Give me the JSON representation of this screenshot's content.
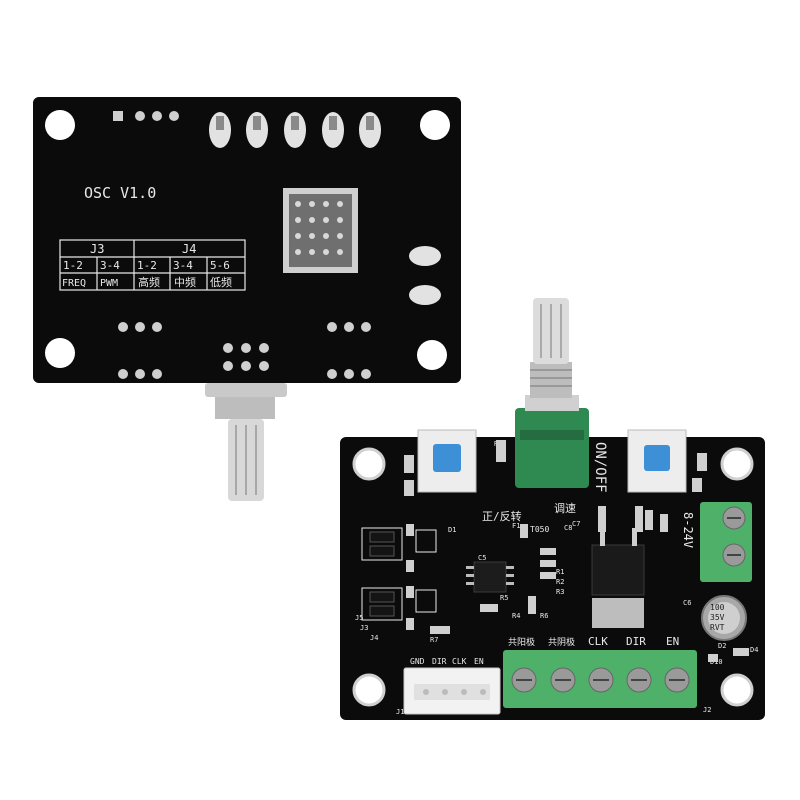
{
  "board_back": {
    "model_label": "OSC V1.0",
    "table": {
      "groups": [
        "J3",
        "J4"
      ],
      "pins": [
        "1-2",
        "3-4",
        "1-2",
        "3-4",
        "5-6"
      ],
      "modes": [
        "FREQ",
        "PWM",
        "高频",
        "中频",
        "低频"
      ]
    }
  },
  "board_front": {
    "switch_label": "ON/OFF",
    "voltage_label": "8-24V",
    "speed_label": "调速",
    "direction_label": "正/反转",
    "cap_label": [
      "100",
      "35V",
      "RVT"
    ],
    "fuse_label": "T050",
    "header_label": [
      "GND",
      "DIR",
      "CLK",
      "EN"
    ],
    "terminal_labels": [
      "共阳极",
      "共阴极",
      "CLK",
      "DIR",
      "EN"
    ],
    "ref_labels": [
      "R8",
      "R5",
      "R6",
      "R1",
      "R2",
      "R3",
      "R4",
      "R7",
      "D1",
      "D2",
      "J1",
      "J2",
      "J3",
      "J4",
      "J5",
      "F1",
      "C5",
      "C6",
      "C7",
      "C8",
      "D10",
      "D4"
    ]
  },
  "colors": {
    "pcb": "#0b0b0b",
    "terminal": "#4fb06a",
    "knob_body": "#2f8a52",
    "button": "#3d8fd6",
    "metal": "#cfcfcf"
  }
}
